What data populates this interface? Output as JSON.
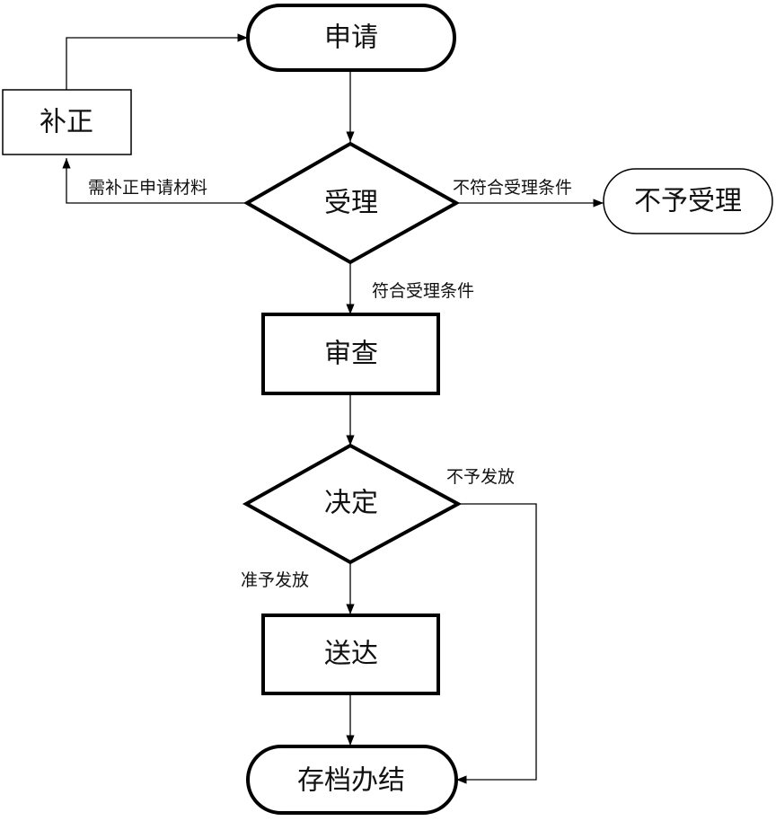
{
  "nodes": {
    "apply": "申请",
    "correct": "补正",
    "accept": "受理",
    "reject": "不予受理",
    "review": "审查",
    "decide": "决定",
    "deliver": "送达",
    "archive": "存档办结"
  },
  "edges": {
    "need_correction": "需补正申请材料",
    "not_qualified": "不符合受理条件",
    "qualified": "符合受理条件",
    "not_granted": "不予发放",
    "granted": "准予发放"
  }
}
